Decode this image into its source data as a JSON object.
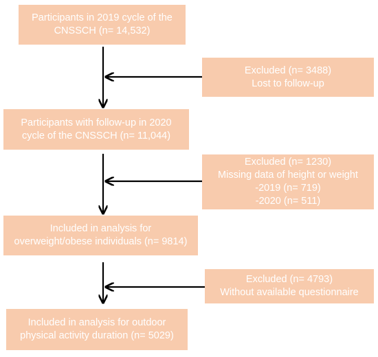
{
  "flowchart": {
    "main_boxes": [
      {
        "lines": [
          "Participants in 2019 cycle of the",
          "CNSSCH (n= 14,532)"
        ]
      },
      {
        "lines": [
          "Participants with follow-up in 2020",
          "cycle of the CNSSCH (n= 11,044)"
        ]
      },
      {
        "lines": [
          "Included in analysis for",
          "overweight/obese individuals (n= 9814)"
        ]
      },
      {
        "lines": [
          "Included in analysis for outdoor",
          "physical activity duration (n= 5029)"
        ]
      }
    ],
    "exclusion_boxes": [
      {
        "lines": [
          "Excluded (n= 3488)",
          "Lost to follow-up"
        ]
      },
      {
        "lines": [
          "Excluded (n= 1230)",
          "Missing data of height or weight",
          "-2019 (n= 719)",
          "-2020 (n= 511)"
        ]
      },
      {
        "lines": [
          "Excluded (n= 4793)",
          "Without available questionnaire"
        ]
      }
    ],
    "colors": {
      "box_fill": "#f8cbad",
      "box_text": "#ffffff",
      "arrow": "#000000"
    }
  }
}
